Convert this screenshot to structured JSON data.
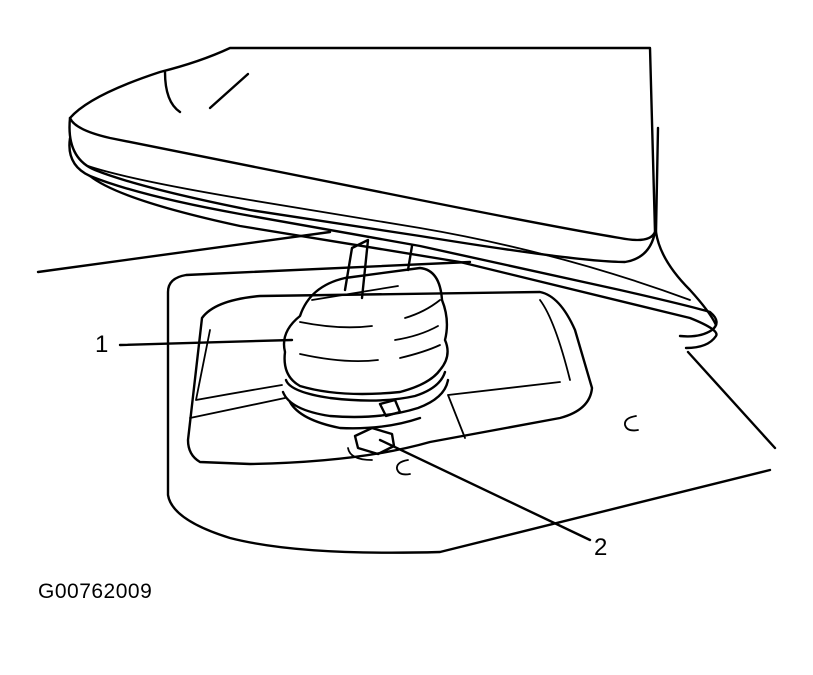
{
  "figure": {
    "id_text": "G00762009"
  },
  "callouts": [
    {
      "number": "1"
    },
    {
      "number": "2"
    }
  ],
  "icons": {
    "boot": "shift-boot-illustration",
    "clamp": "boot-clamp-illustration"
  },
  "colors": {
    "line": "#000000",
    "background": "#ffffff"
  }
}
